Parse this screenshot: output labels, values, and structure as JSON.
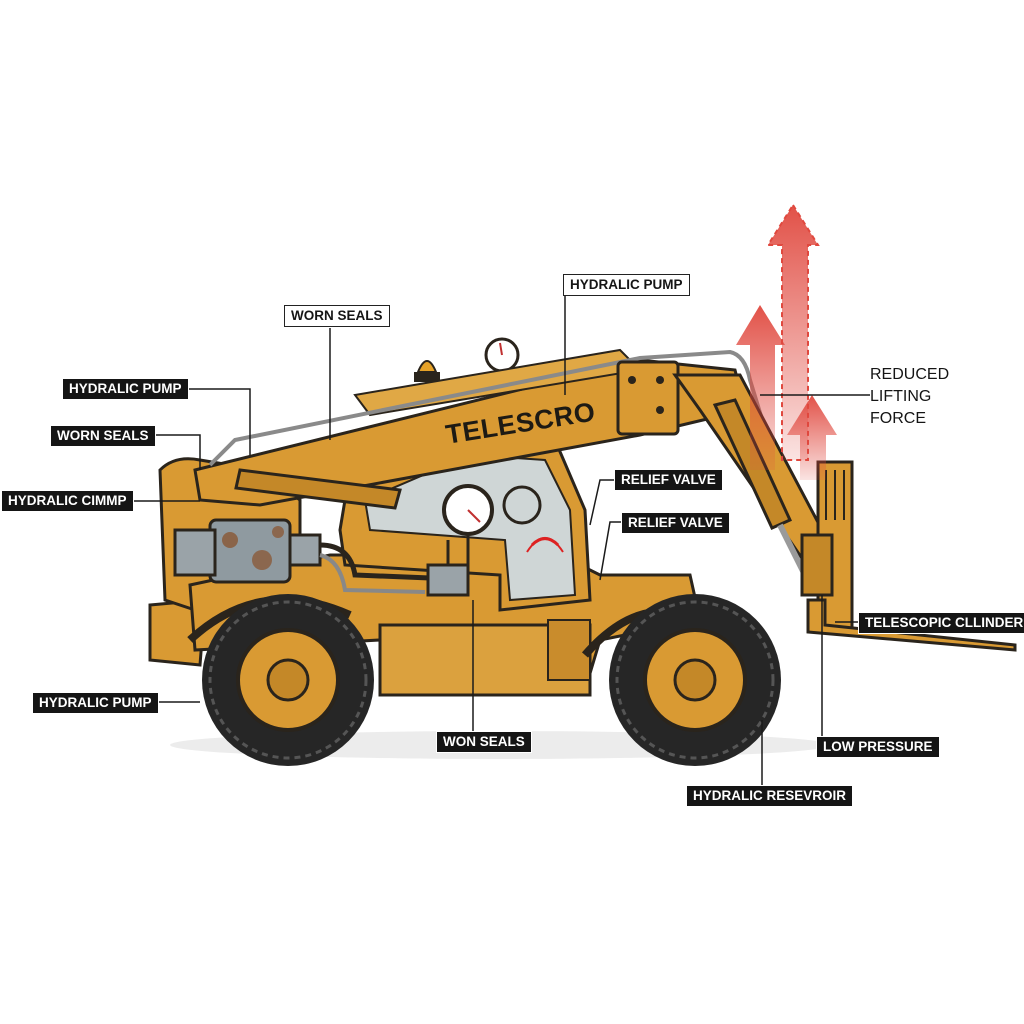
{
  "brand_text": "TELESCRO",
  "effect_label": [
    "REDUCED",
    "LIFTING",
    "FORCE"
  ],
  "labels": {
    "hydraulic_pump_top": "HYDRALIC PUMP",
    "worn_seals_top": "WORN SEALS",
    "hydraulic_pump_left": "HYDRALIC PUMP",
    "worn_seals_left": "WORN SEALS",
    "hydraulic_cimmp": "HYDRALIC CIMMP",
    "relief_valve_1": "RELIEF VALVE",
    "relief_valve_2": "RELIEF VALVE",
    "hydraulic_pump_bottom": "HYDRALIC PUMP",
    "won_seals": "WON SEALS",
    "telescopic_cylinder": "TELESCOPIC CLLINDER",
    "low_pressure": "LOW PRESSURE",
    "hydraulic_reservoir": "HYDRALIC RESEVROIR"
  },
  "colors": {
    "body": "#d99a33",
    "body_dark": "#b97a22",
    "outline": "#2a241c",
    "tire": "#262626",
    "rust": "#8a5a3a",
    "arrow_red": "#e0483e"
  }
}
